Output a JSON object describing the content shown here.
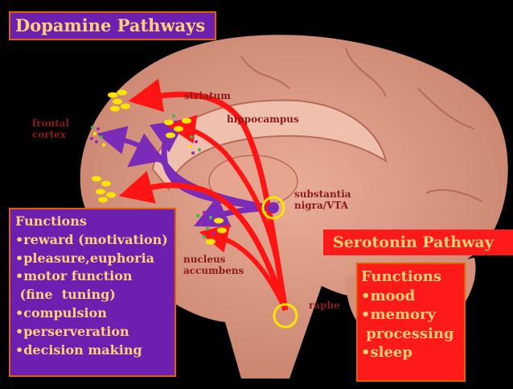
{
  "title": "Dopamine Pathways",
  "labels": {
    "striatum": "striatum",
    "hippocampus": "hippocampus",
    "frontal_cortex": [
      "frontal",
      "cortex"
    ],
    "substantia_nigra": [
      "substantia",
      "nigra/VTA"
    ],
    "nucleus_accumbens": [
      "nucleus",
      "accumbens"
    ],
    "raphe": "raphe"
  },
  "dopamine_functions": {
    "heading": "Functions",
    "items": [
      "•reward (motivation)",
      "•pleasure,euphoria",
      "•motor function",
      " (fine  tuning)",
      "•compulsion",
      "•perserveration",
      "•decision making"
    ]
  },
  "serotonin_title": "Serotonin Pathway",
  "serotonin_functions": {
    "heading": "Functions",
    "items": [
      "•mood",
      "•memory",
      " processing",
      "•sleep"
    ]
  },
  "colors": {
    "dopamine_box": "#6d1fb0",
    "serotonin_box": "#ff1a1a",
    "box_text": "#ffd27a",
    "label_text": "#8b1a1a",
    "brain": "#e3a08a",
    "dopamine_arrow": "#7a2bb8",
    "serotonin_arrow": "#ff1414",
    "nucleus_ring": "#ffe600"
  }
}
